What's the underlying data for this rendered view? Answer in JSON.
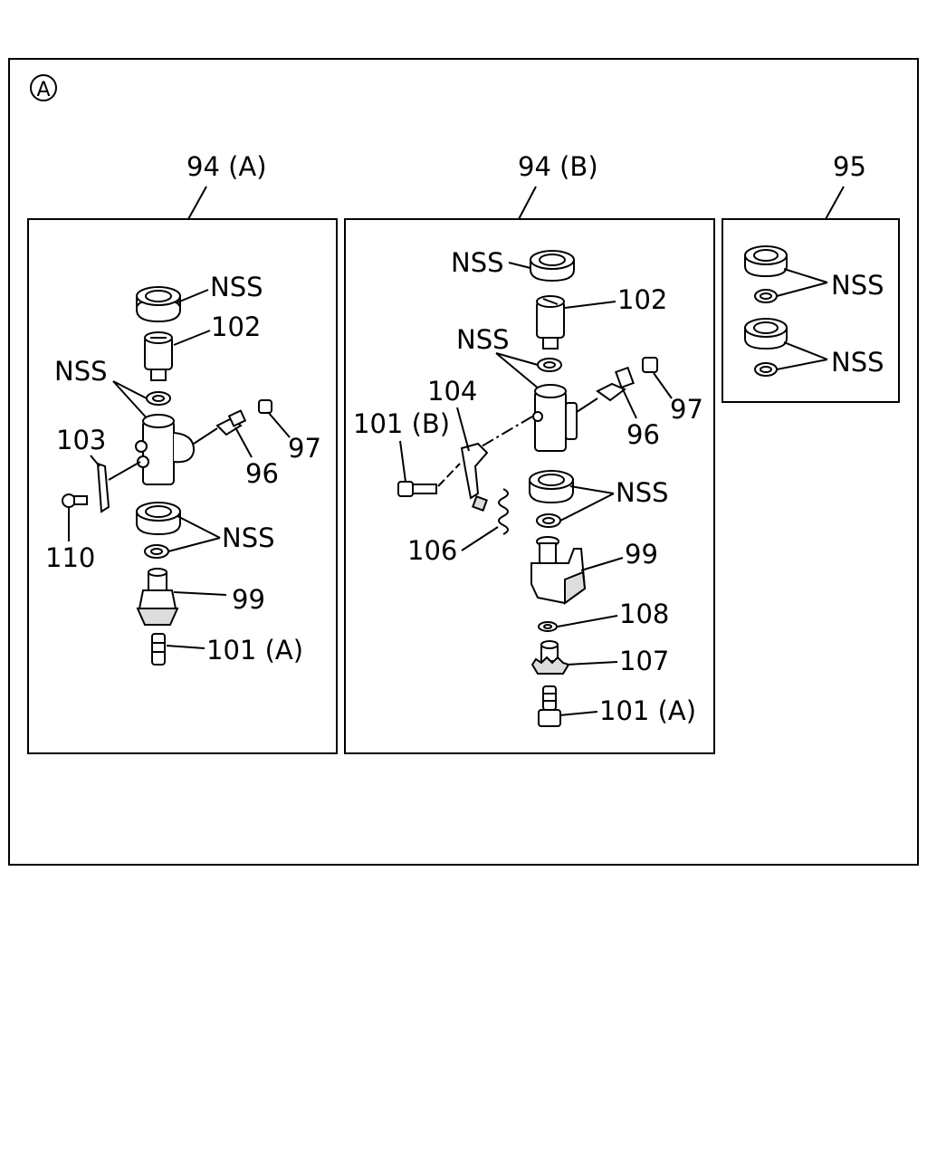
{
  "figure": {
    "view_marker": "A",
    "panels": [
      {
        "title": "94 (A)",
        "callouts": [
          "NSS",
          "102",
          "NSS",
          "103",
          "97",
          "96",
          "110",
          "NSS",
          "99",
          "101 (A)"
        ]
      },
      {
        "title": "94 (B)",
        "callouts": [
          "NSS",
          "102",
          "NSS",
          "104",
          "101 (B)",
          "97",
          "96",
          "NSS",
          "106",
          "99",
          "108",
          "107",
          "101 (A)"
        ]
      },
      {
        "title": "95",
        "callouts": [
          "NSS",
          "NSS"
        ]
      }
    ]
  }
}
